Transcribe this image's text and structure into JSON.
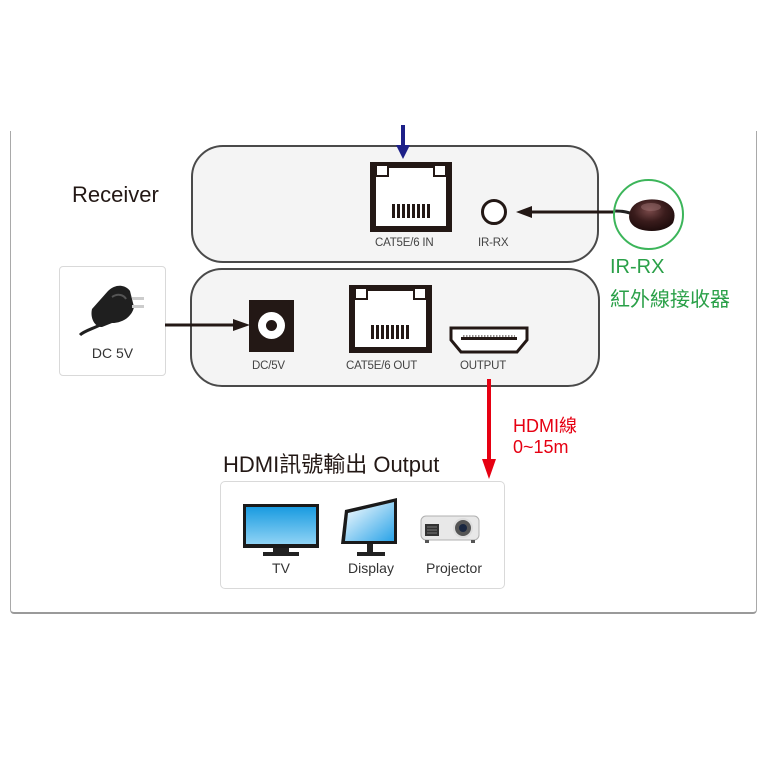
{
  "receiver": {
    "title": "Receiver",
    "top_panel": {
      "ports": [
        {
          "id": "cat-in",
          "label": "CAT5E/6 IN",
          "type": "rj45"
        },
        {
          "id": "ir-rx",
          "label": "IR-RX",
          "type": "3.5mm-jack"
        }
      ]
    },
    "bottom_panel": {
      "ports": [
        {
          "id": "dc",
          "label": "DC/5V",
          "type": "dc-jack"
        },
        {
          "id": "cat-out",
          "label": "CAT5E/6 OUT",
          "type": "rj45"
        },
        {
          "id": "output",
          "label": "OUTPUT",
          "type": "hdmi"
        }
      ]
    }
  },
  "power_adapter": {
    "label": "DC 5V",
    "icon": "power-adapter-icon"
  },
  "ir_sensor": {
    "label_line1": "IR-RX",
    "label_line2": "紅外線接收器",
    "icon": "ir-sensor-icon"
  },
  "hdmi_cable": {
    "label_line1": "HDMI線",
    "label_line2": "0~15m"
  },
  "output_section": {
    "title": "HDMI訊號輸出 Output",
    "devices": [
      {
        "label": "TV",
        "icon": "tv-icon"
      },
      {
        "label": "Display",
        "icon": "monitor-icon"
      },
      {
        "label": "Projector",
        "icon": "projector-icon"
      }
    ]
  },
  "colors": {
    "input_arrow": "#1d2088",
    "hdmi_arrow": "#e60012",
    "ir_accent": "#2aa048",
    "line": "#231815"
  }
}
